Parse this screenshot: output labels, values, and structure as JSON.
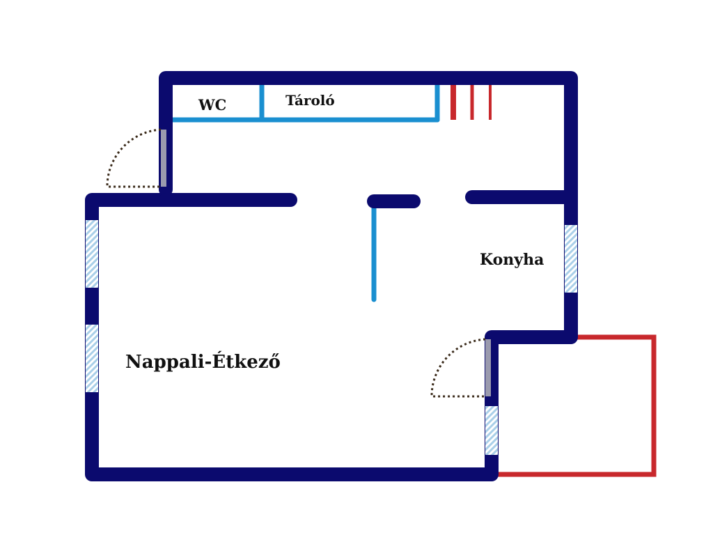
{
  "plan": {
    "colors": {
      "exterior_wall": "#0b0a6e",
      "partition": "#1a8fd0",
      "balcony": "#c8282c",
      "window": "#a9cfe8",
      "door_leaf": "#9a9aae",
      "door_swing": "#3a2a1a"
    },
    "rooms": {
      "wc": "WC",
      "storage": "Tároló",
      "kitchen": "Konyha",
      "living_dining": "Nappali-Étkező"
    }
  }
}
